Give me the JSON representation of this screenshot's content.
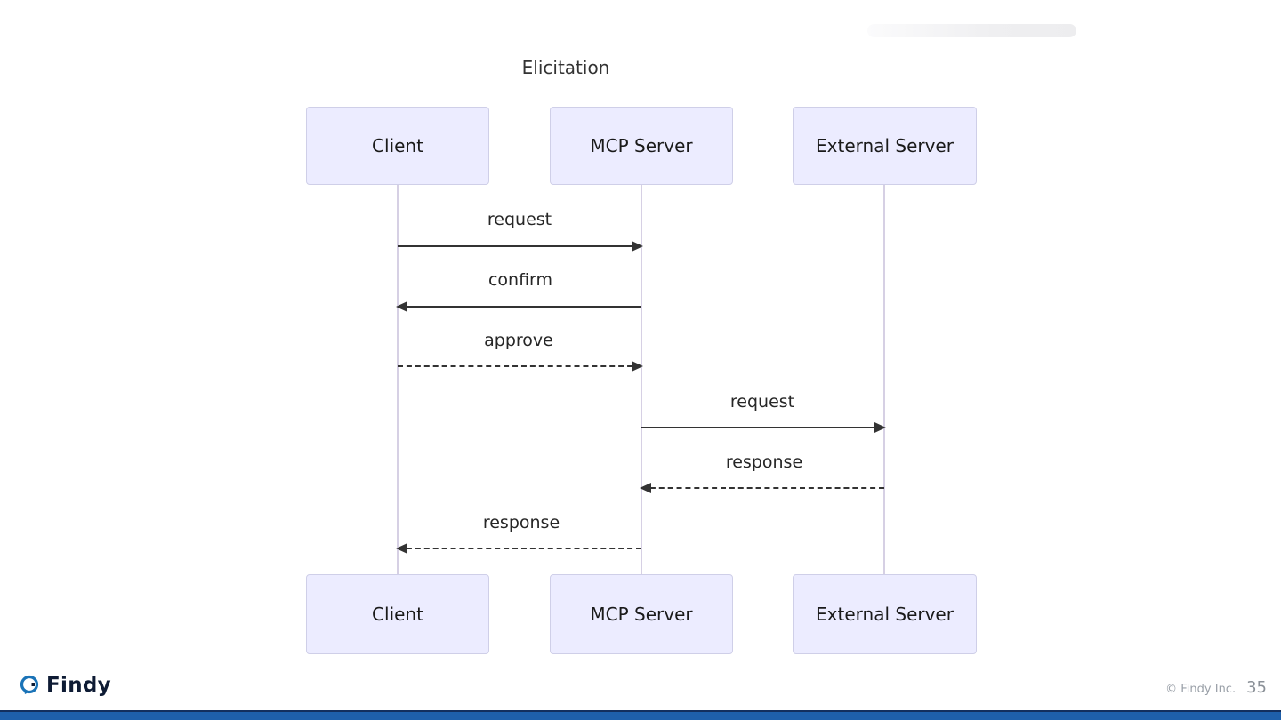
{
  "diagram": {
    "type": "sequence",
    "title": "Elicitation",
    "participants": [
      {
        "name": "Client"
      },
      {
        "name": "MCP Server"
      },
      {
        "name": "External Server"
      }
    ],
    "messages": [
      {
        "from": "Client",
        "to": "MCP Server",
        "label": "request",
        "style": "solid"
      },
      {
        "from": "MCP Server",
        "to": "Client",
        "label": "confirm",
        "style": "solid"
      },
      {
        "from": "Client",
        "to": "MCP Server",
        "label": "approve",
        "style": "dashed"
      },
      {
        "from": "MCP Server",
        "to": "External Server",
        "label": "request",
        "style": "solid"
      },
      {
        "from": "External Server",
        "to": "MCP Server",
        "label": "response",
        "style": "dashed"
      },
      {
        "from": "MCP Server",
        "to": "Client",
        "label": "response",
        "style": "dashed"
      }
    ]
  },
  "footer": {
    "brand": "Findy",
    "copyright": "© Findy Inc.",
    "page_number": "35"
  },
  "colors": {
    "participant_fill": "#ECECFF",
    "participant_border": "#cfcfe8",
    "lifeline": "#d6d0e4",
    "arrow": "#333333",
    "footer_bar_blue": "#1e5faa",
    "footer_bar_navy": "#132f5e",
    "brand_navy": "#0e1b34",
    "brand_blue": "#1a73b7"
  }
}
